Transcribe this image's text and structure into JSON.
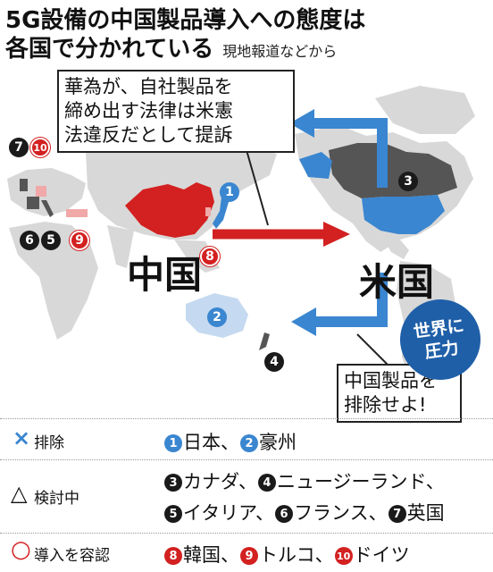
{
  "title": {
    "line1": "5G設備の中国製品導入への態度は",
    "line2": "各国で分かれている",
    "source": "現地報道などから"
  },
  "map": {
    "china_label": "中国",
    "usa_label": "米国",
    "callout_top": [
      "華為が、自社製品を",
      "締め出す法律は米憲",
      "法違反だとして提訴"
    ],
    "callout_bottom": [
      "中国製品を",
      "排除せよ!"
    ],
    "pressure_badge": [
      "世界に",
      "圧力"
    ],
    "markers": [
      {
        "num": "1",
        "status": "exclude"
      },
      {
        "num": "2",
        "status": "exclude"
      },
      {
        "num": "3",
        "status": "considering"
      },
      {
        "num": "4",
        "status": "considering"
      },
      {
        "num": "5",
        "status": "considering"
      },
      {
        "num": "6",
        "status": "considering"
      },
      {
        "num": "7",
        "status": "considering"
      },
      {
        "num": "8",
        "status": "allow"
      },
      {
        "num": "9",
        "status": "allow"
      },
      {
        "num": "10",
        "status": "allow"
      }
    ],
    "colors": {
      "exclude": "#3a86d0",
      "considering": "#555555",
      "allow": "#d32020",
      "allow_light": "#f0a8a8",
      "land": "#d8d8d8"
    }
  },
  "legend": {
    "rows": [
      {
        "symbol": "×",
        "label": "排除",
        "lines": [
          [
            {
              "n": "1",
              "t": "日本、"
            },
            {
              "n": "2",
              "t": "豪州"
            }
          ]
        ]
      },
      {
        "symbol": "△",
        "label": "検討中",
        "lines": [
          [
            {
              "n": "3",
              "t": "カナダ、"
            },
            {
              "n": "4",
              "t": "ニュージーランド、"
            }
          ],
          [
            {
              "n": "5",
              "t": "イタリア、"
            },
            {
              "n": "6",
              "t": "フランス、"
            },
            {
              "n": "7",
              "t": "英国"
            }
          ]
        ]
      },
      {
        "symbol": "○",
        "label": "導入を容認",
        "lines": [
          [
            {
              "n": "8",
              "t": "韓国、"
            },
            {
              "n": "9",
              "t": "トルコ、"
            },
            {
              "n": "10",
              "t": "ドイツ"
            }
          ]
        ]
      }
    ]
  }
}
